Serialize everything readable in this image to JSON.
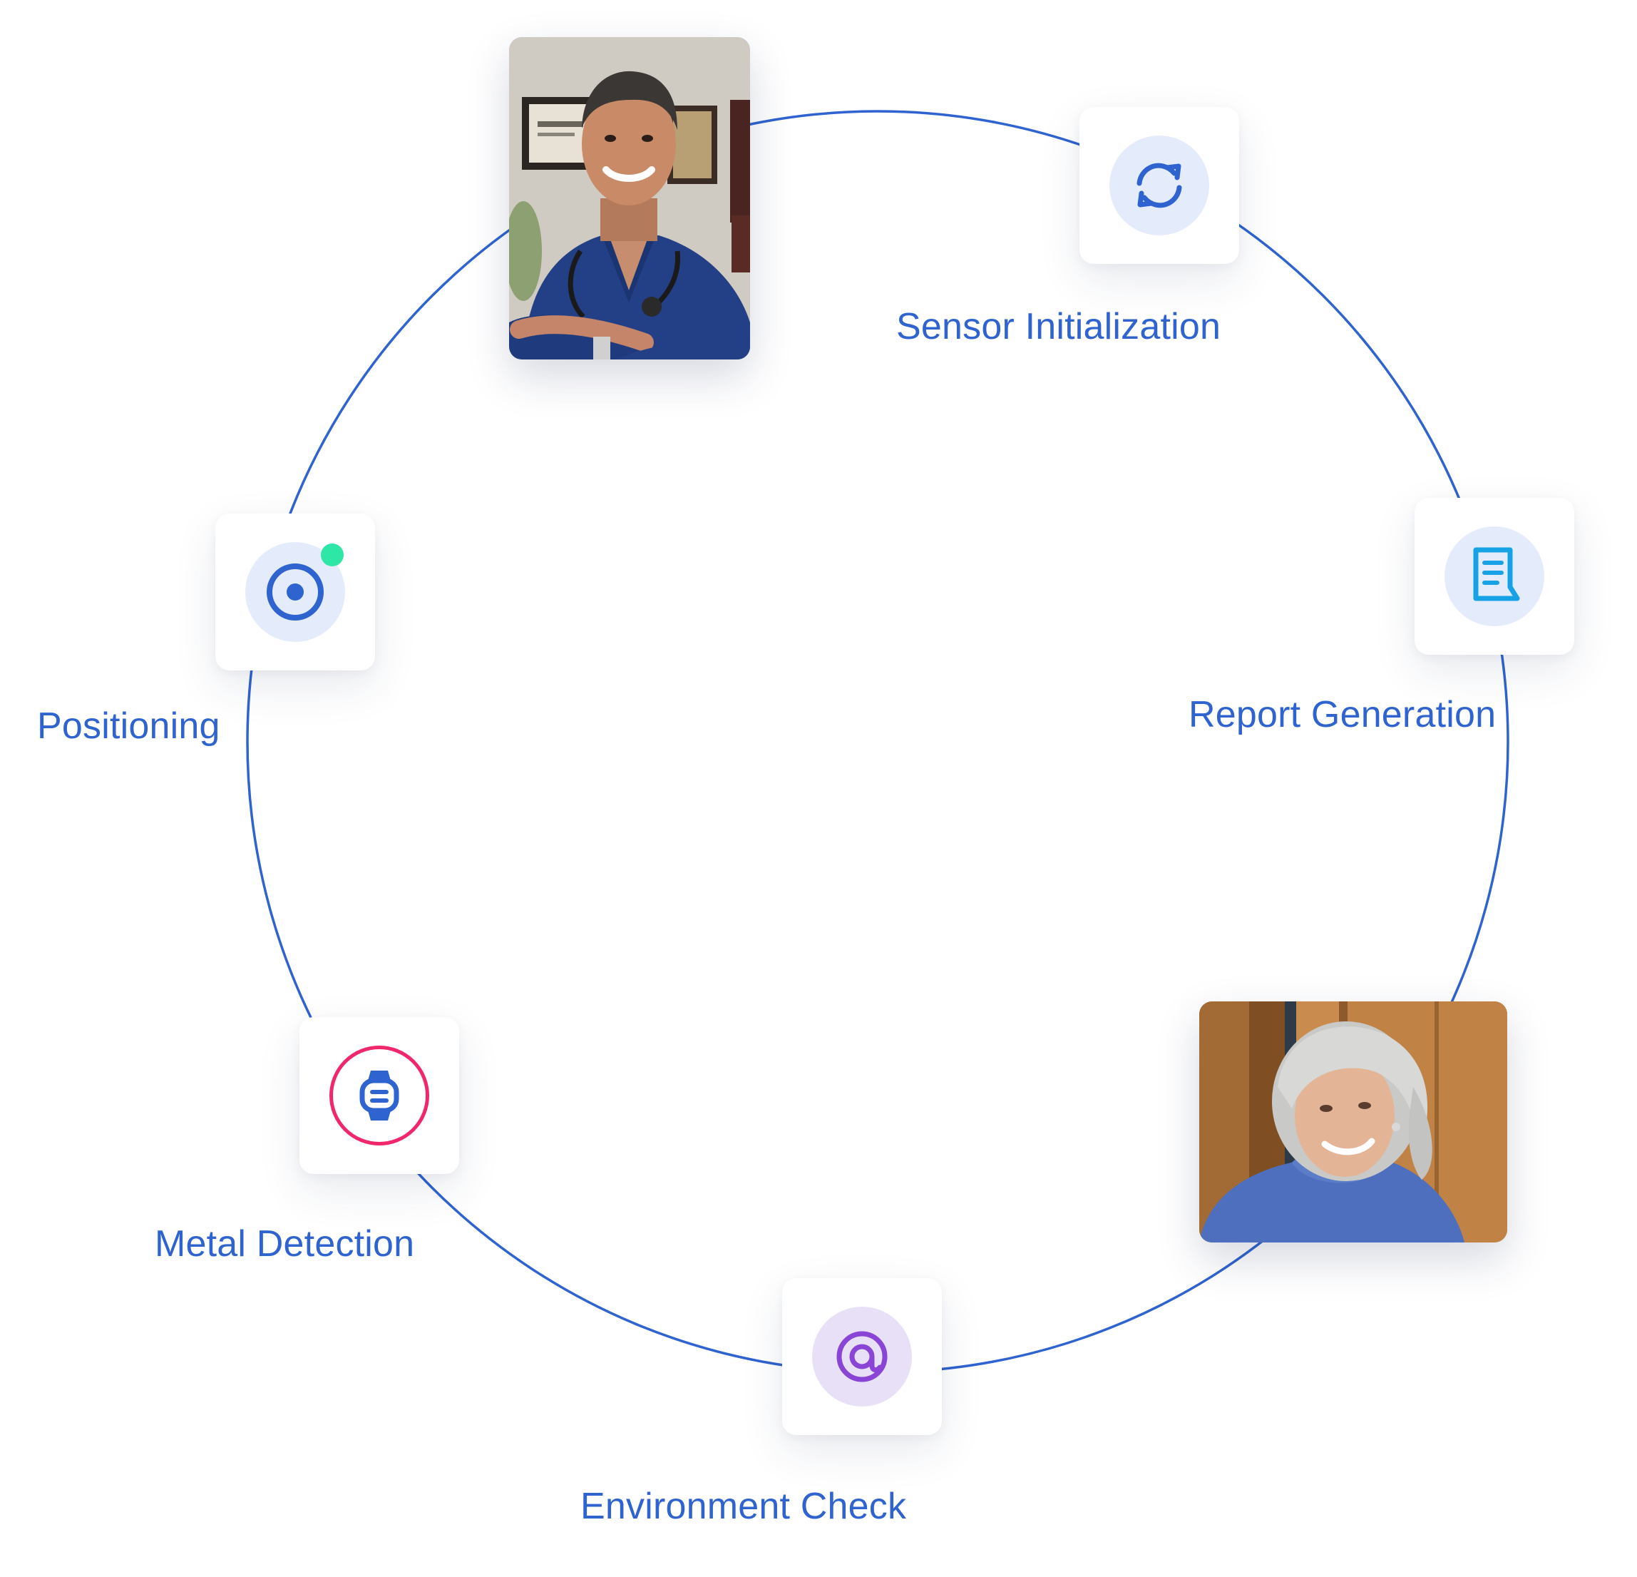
{
  "diagram": {
    "steps": [
      {
        "label": "Sensor Initialization",
        "icon": "refresh-icon"
      },
      {
        "label": "Report Generation",
        "icon": "document-icon"
      },
      {
        "label": "Environment Check",
        "icon": "at-sign-icon"
      },
      {
        "label": "Metal Detection",
        "icon": "watch-icon"
      },
      {
        "label": "Positioning",
        "icon": "target-icon"
      }
    ],
    "photos": [
      {
        "subject": "doctor-photo"
      },
      {
        "subject": "patient-photo"
      }
    ]
  },
  "colors": {
    "ring": "#2f63cf",
    "label": "#2f63cf",
    "icon_blue": "#2f63cf",
    "icon_cyan": "#17a2e6",
    "icon_bg_blue": "#e4ecfb",
    "icon_bg_purple": "#e7e0f7",
    "icon_purple": "#8a45d6",
    "ring_red": "#f0286b",
    "status_dot": "#2ee6a6"
  }
}
